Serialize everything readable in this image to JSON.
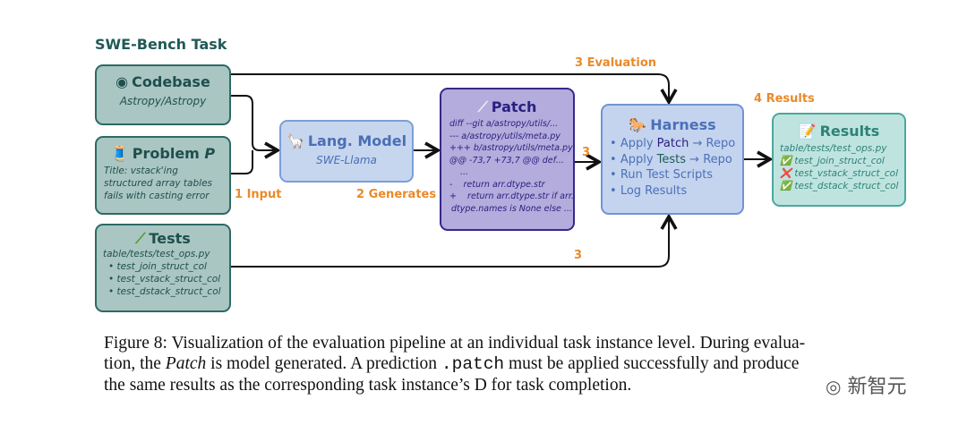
{
  "title": "SWE-Bench Task",
  "codebase": {
    "icon": "github-icon",
    "title": "Codebase",
    "subtitle": "Astropy/Astropy"
  },
  "problem": {
    "icon": "thread-icon",
    "title": "Problem",
    "title_var": "P",
    "lines": [
      "Title: vstack'ing",
      "structured array tables",
      "fails with casting error"
    ]
  },
  "tests": {
    "icon": "test-tube-icon",
    "title": "Tests",
    "file": "table/tests/test_ops.py",
    "items": [
      "test_join_struct_col",
      "test_vstack_struct_col",
      "test_dstack_struct_col"
    ]
  },
  "lang_model": {
    "icon": "llama-icon",
    "title": "Lang. Model",
    "subtitle": "SWE-Llama"
  },
  "patch": {
    "icon": "bandage-icon",
    "title": "Patch",
    "lines": [
      "diff --git a/astropy/utils/...",
      "--- a/astropy/utils/meta.py",
      "+++ b/astropy/utils/meta.py",
      "@@ -73,7 +73,7 @@ def...",
      "...",
      "-    return arr.dtype.str",
      "+    return arr.dtype.str if arr.",
      "dtype.names is None else ..."
    ]
  },
  "harness": {
    "icon": "horse-icon",
    "title": "Harness",
    "items": [
      {
        "pre": "Apply ",
        "em": "Patch",
        "post": " → Repo"
      },
      {
        "pre": "Apply ",
        "em": "Tests",
        "post": " → Repo"
      },
      {
        "pre": "Run Test Scripts",
        "em": "",
        "post": ""
      },
      {
        "pre": "Log Results",
        "em": "",
        "post": ""
      }
    ]
  },
  "results": {
    "icon": "memo-icon",
    "title": "Results",
    "file": "table/tests/test_ops.py",
    "items": [
      {
        "status": "pass",
        "mark": "✅",
        "name": "test_join_struct_col"
      },
      {
        "status": "fail",
        "mark": "❌",
        "name": "test_vstack_struct_col"
      },
      {
        "status": "pass",
        "mark": "✅",
        "name": "test_dstack_struct_col"
      }
    ]
  },
  "labels": {
    "input": "1 Input",
    "generates": "2 Generates",
    "evaluation": "3 Evaluation",
    "step3a": "3",
    "step3b": "3",
    "results": "4 Results"
  },
  "caption": {
    "p1": "Figure 8: Visualization of the evaluation pipeline at an individual task instance level. During evalua-",
    "p2a": "tion, the ",
    "p2em": "Patch",
    "p2b": " is model generated. A prediction ",
    "p2code": ".patch",
    "p2c": " must be applied successfully and produce",
    "p3": "the same results as the corresponding task instance’s D for task completion."
  },
  "watermark": "新智元",
  "colors": {
    "orange": "#e98a2a",
    "teal": "#2c6a65",
    "patch": "#35298a",
    "lm": "#7d9dd8",
    "results": "#4ca79c"
  }
}
